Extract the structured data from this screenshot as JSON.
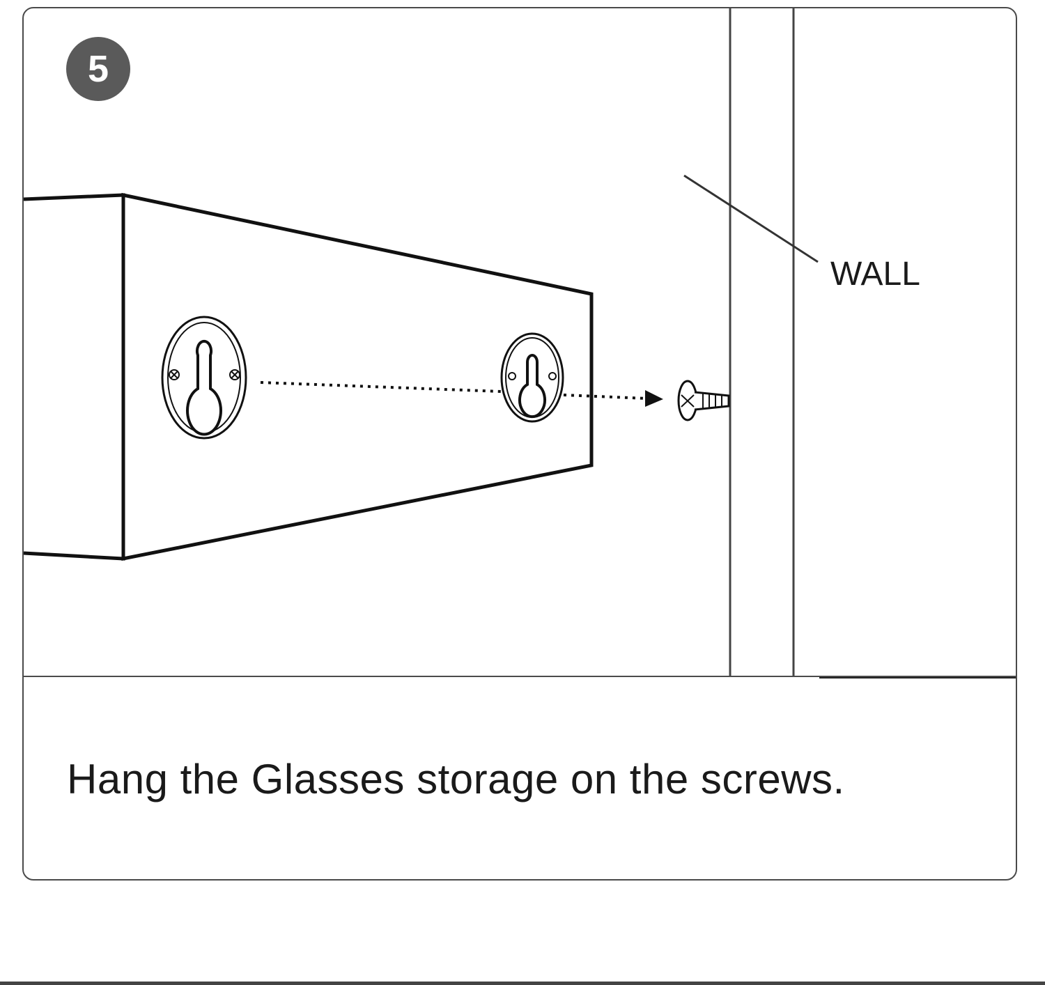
{
  "step": {
    "number": "5",
    "badge_color": "#5a5a5a"
  },
  "illustration": {
    "wall_label": "WALL",
    "icons": [
      "keyhole-hanger-icon",
      "screw-icon",
      "arrow-right-icon"
    ]
  },
  "caption": {
    "text": "Hang the Glasses storage on the screws."
  }
}
